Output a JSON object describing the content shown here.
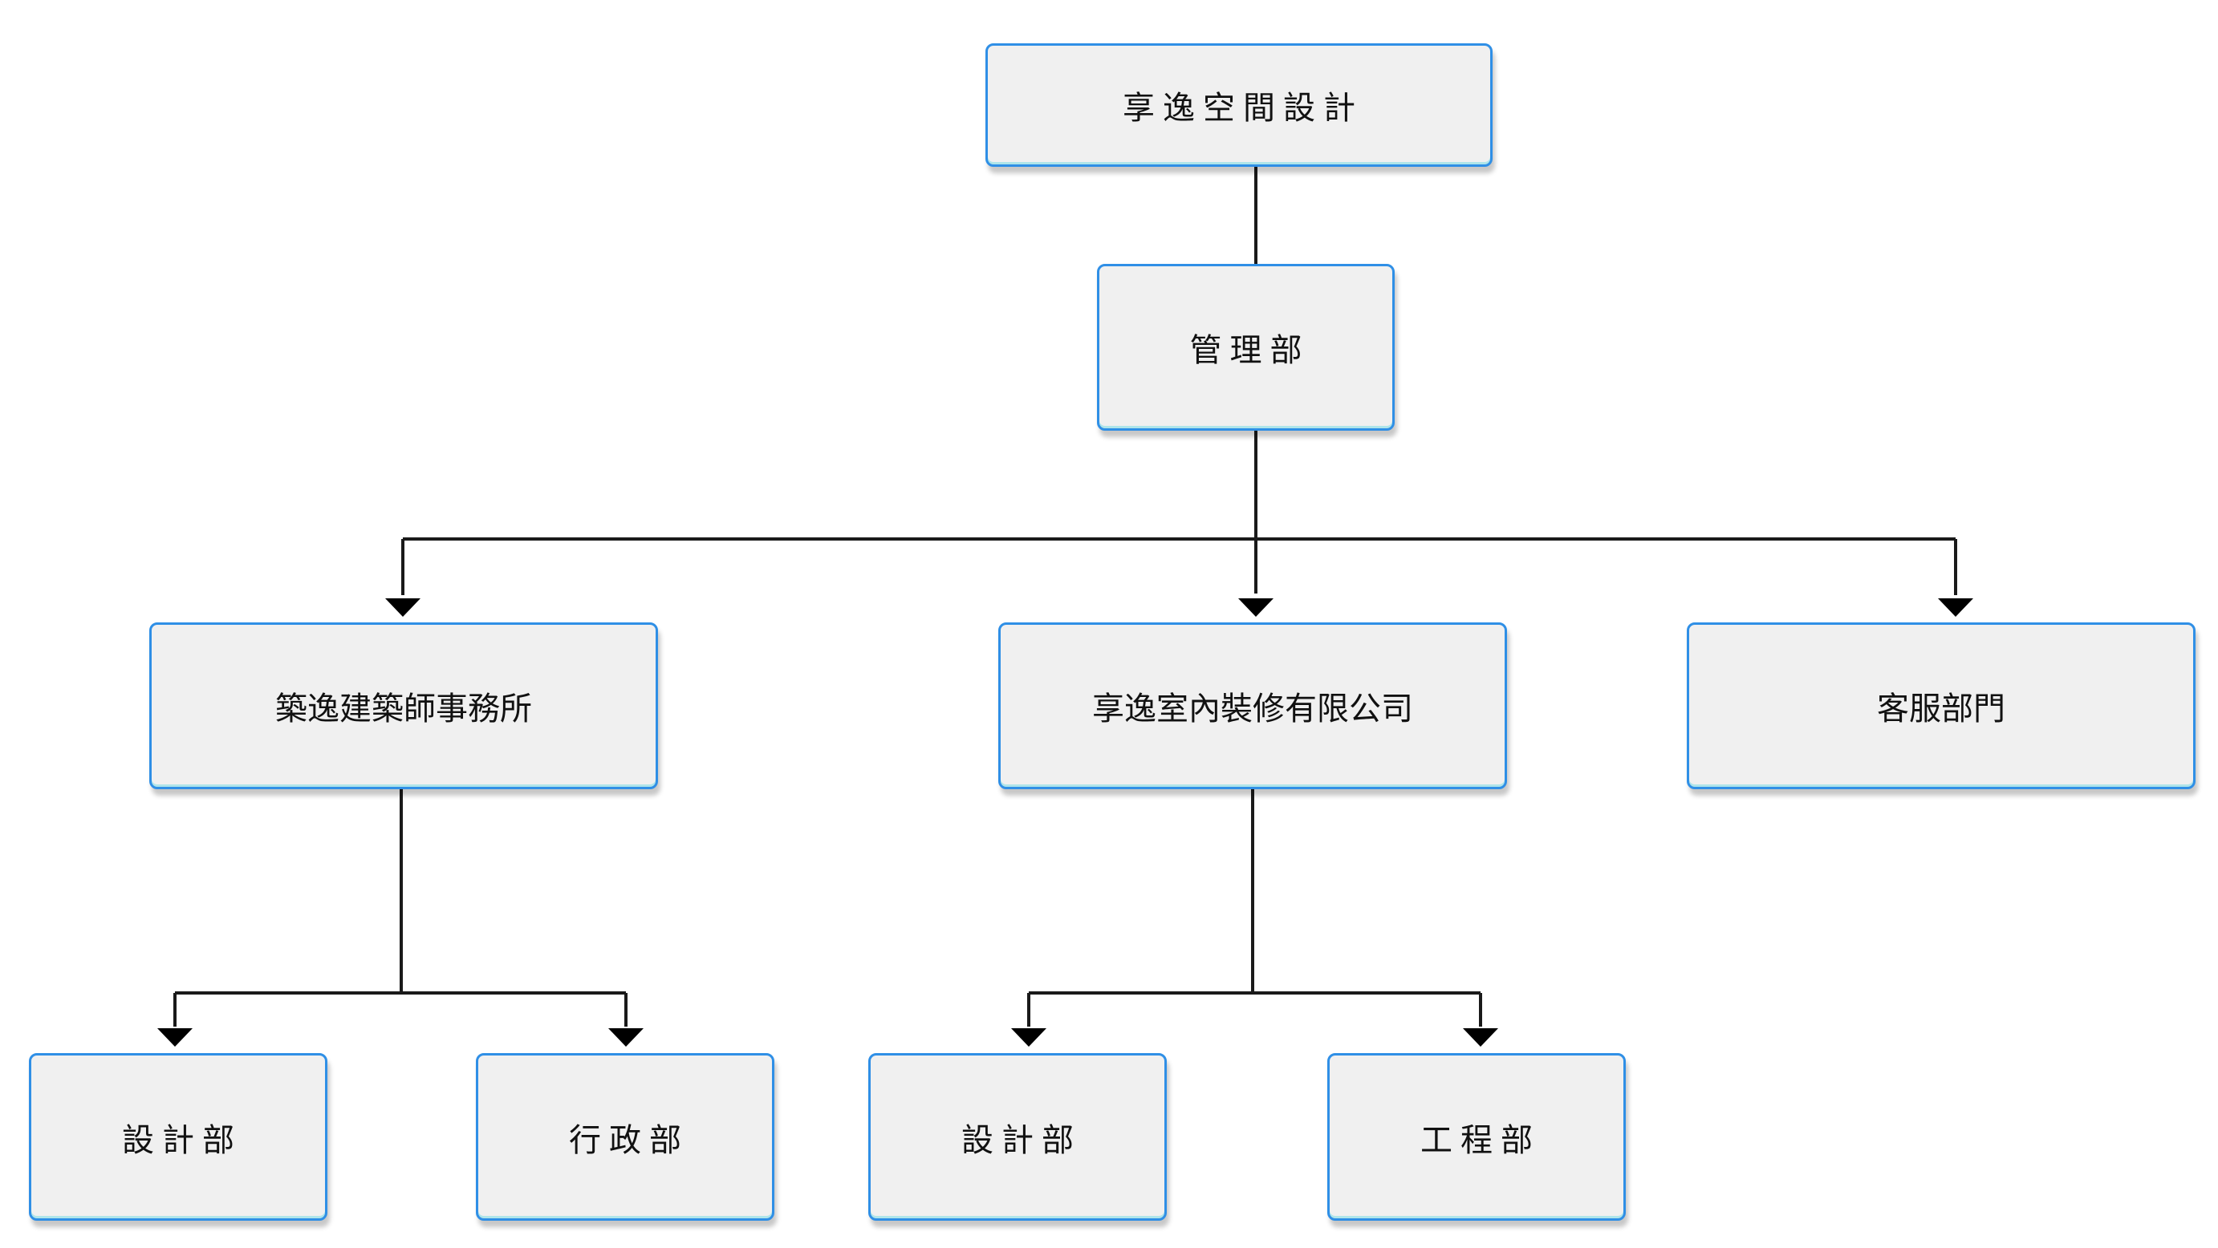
{
  "org_chart": {
    "root": {
      "label": "享逸空間設計"
    },
    "management": {
      "label": "管理部"
    },
    "architecture_firm": {
      "label": "築逸建築師事務所",
      "children": [
        {
          "label": "設計部"
        },
        {
          "label": "行政部"
        }
      ]
    },
    "interior_company": {
      "label": "享逸室內裝修有限公司",
      "children": [
        {
          "label": "設計部"
        },
        {
          "label": "工程部"
        }
      ]
    },
    "customer_service": {
      "label": "客服部門"
    }
  },
  "colors": {
    "node_fill": "#f0f0f0",
    "node_border": "#2f8fe6",
    "connector": "#1a1a1a",
    "text": "#111111"
  }
}
